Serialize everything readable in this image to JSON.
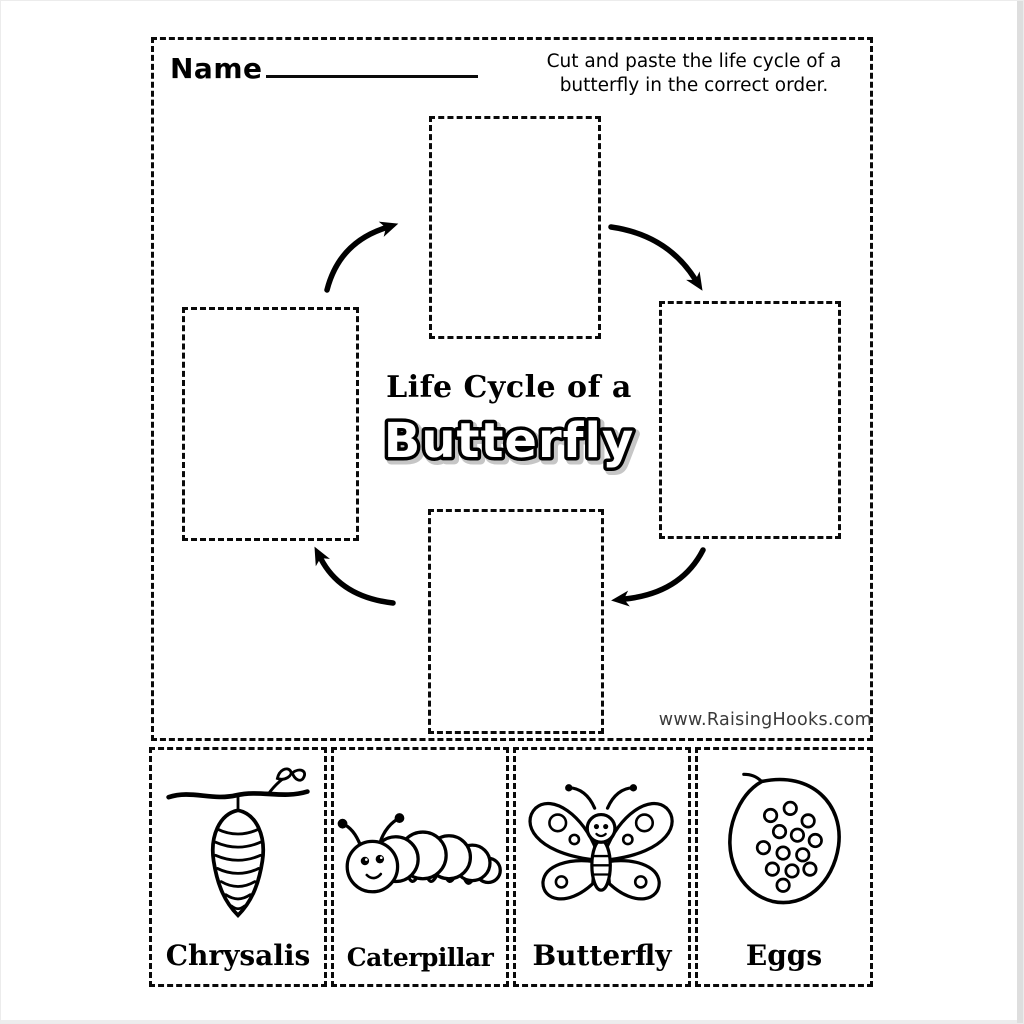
{
  "page": {
    "name_label": "Name",
    "instructions": {
      "line1": "Cut and paste the life cycle of a",
      "line2": "butterfly in the correct order."
    },
    "title": {
      "line1": "Life Cycle of a",
      "line2": "Butterfly"
    },
    "website": "www.RaisingHooks.com"
  },
  "cards": [
    {
      "label": "Chrysalis",
      "icon": "chrysalis-illustration"
    },
    {
      "label": "Caterpillar",
      "icon": "caterpillar-illustration"
    },
    {
      "label": "Butterfly",
      "icon": "butterfly-illustration"
    },
    {
      "label": "Eggs",
      "icon": "eggs-illustration"
    }
  ],
  "colors": {
    "ink": "#000000",
    "paper": "#ffffff",
    "bubble_shadow": "#c6c6c6"
  }
}
